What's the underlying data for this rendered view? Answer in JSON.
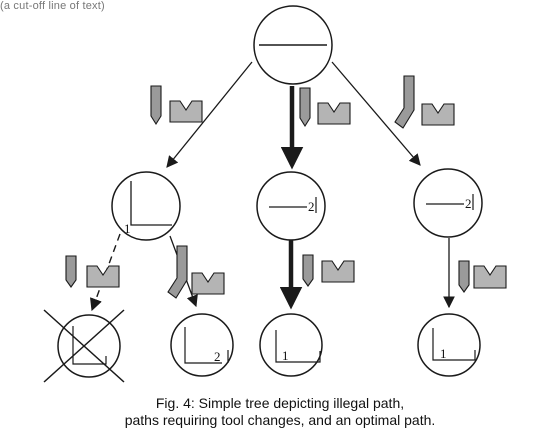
{
  "top_fragment": "(a cut-off line of text)",
  "caption": {
    "line1": "Fig. 4:  Simple tree depicting illegal path,",
    "line2": "paths requiring tool changes, and an optimal path."
  },
  "node_labels": {
    "n_left": "1",
    "n_mid": "2",
    "n_right": "2",
    "l_second": "2",
    "l_third": "1",
    "l_fourth": "1"
  },
  "colors": {
    "stroke": "#1a1a1a",
    "tool_fill": "#9a9a9a",
    "die_fill": "#b4b4b4"
  },
  "icons": [
    "straight-punch-icon",
    "gooseneck-punch-icon",
    "v-die-icon",
    "cross-icon"
  ],
  "paths": [
    {
      "from": "root",
      "to": "n_left",
      "style": "thin"
    },
    {
      "from": "root",
      "to": "n_mid",
      "style": "bold"
    },
    {
      "from": "root",
      "to": "n_right",
      "style": "thin"
    },
    {
      "from": "n_left",
      "to": "l_illegal",
      "style": "dashed"
    },
    {
      "from": "n_left",
      "to": "l_second",
      "style": "thin"
    },
    {
      "from": "n_mid",
      "to": "l_third",
      "style": "bold"
    },
    {
      "from": "n_right",
      "to": "l_fourth",
      "style": "thin"
    }
  ]
}
